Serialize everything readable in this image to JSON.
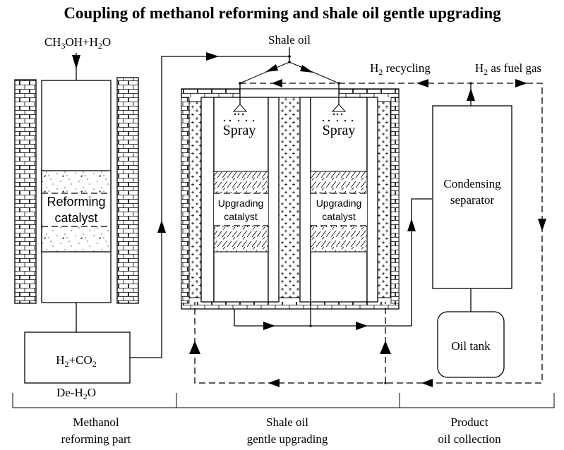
{
  "title": "Coupling  of methanol reforming and shale oil gentle upgrading",
  "feed": {
    "methanol_feed": {
      "parts": [
        {
          "t": "CH"
        },
        {
          "t": "3",
          "sub": true
        },
        {
          "t": "OH+H"
        },
        {
          "t": "2",
          "sub": true
        },
        {
          "t": "O"
        }
      ]
    },
    "shale_oil": "Shale oil"
  },
  "reformer": {
    "catalyst_line1": "Reforming",
    "catalyst_line2": "catalyst"
  },
  "product_box": {
    "parts": [
      {
        "t": "H"
      },
      {
        "t": "2",
        "sub": true
      },
      {
        "t": "+CO"
      },
      {
        "t": "2",
        "sub": true
      }
    ],
    "below_parts": [
      {
        "t": "De-H"
      },
      {
        "t": "2",
        "sub": true
      },
      {
        "t": "O"
      }
    ]
  },
  "upgrader": {
    "spray_left": "Spray",
    "spray_right": "Spray",
    "catalyst_left_line1": "Upgrading",
    "catalyst_left_line2": "catalyst",
    "catalyst_right_line1": "Upgrading",
    "catalyst_right_line2": "catalyst"
  },
  "hydrogen": {
    "recycling_parts": [
      {
        "t": "H"
      },
      {
        "t": "2",
        "sub": true
      },
      {
        "t": " recycling"
      }
    ],
    "fuel_gas_parts": [
      {
        "t": "H"
      },
      {
        "t": "2",
        "sub": true
      },
      {
        "t": " as fuel gas"
      }
    ]
  },
  "separator": {
    "line1": "Condensing",
    "line2": "separator"
  },
  "oil_tank": "Oil tank",
  "sections": [
    {
      "line1": "Methanol",
      "line2": "reforming part"
    },
    {
      "line1": "Shale oil",
      "line2": "gentle upgrading"
    },
    {
      "line1": "Product",
      "line2": "oil collection"
    }
  ]
}
